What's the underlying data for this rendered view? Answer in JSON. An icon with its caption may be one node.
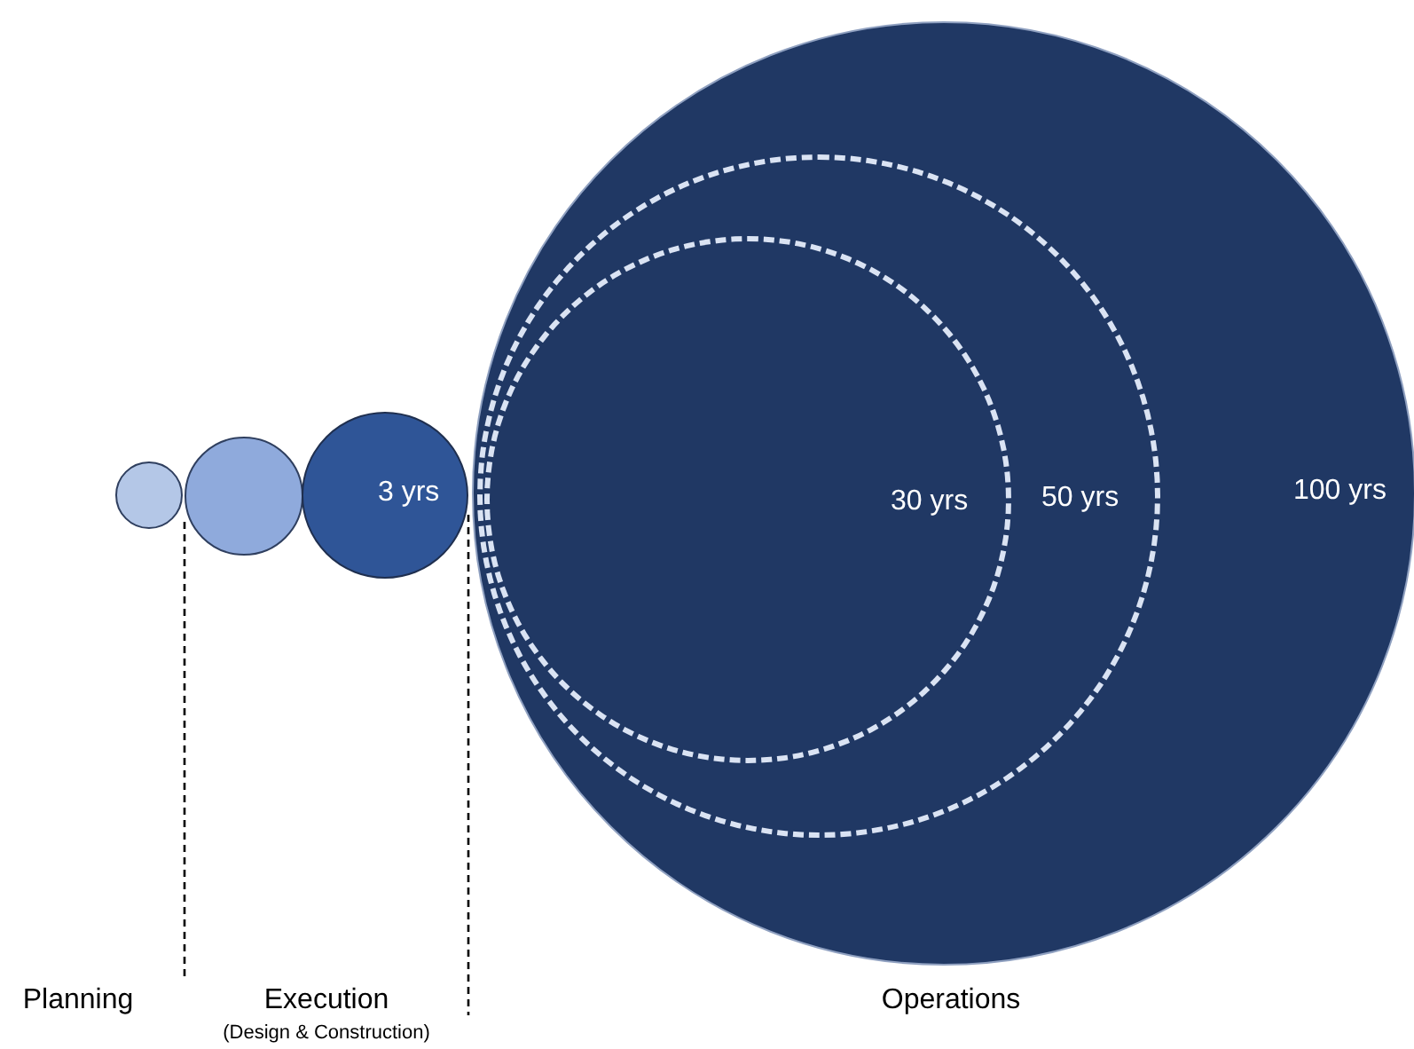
{
  "diagram": {
    "nodes": [
      {
        "text": [],
        "shape": "circle"
      },
      {
        "text": [],
        "shape": "circle"
      },
      {
        "text": [
          "3 yrs"
        ]
      },
      {
        "text": [
          "100 yrs"
        ]
      },
      {
        "text": [
          "50 yrs"
        ],
        "in": 3
      },
      {
        "text": [
          "30 yrs"
        ],
        "in": 4
      }
    ],
    "labels": [
      "Planning",
      "Execution",
      "(Design & Construction)",
      "Operations"
    ]
  }
}
